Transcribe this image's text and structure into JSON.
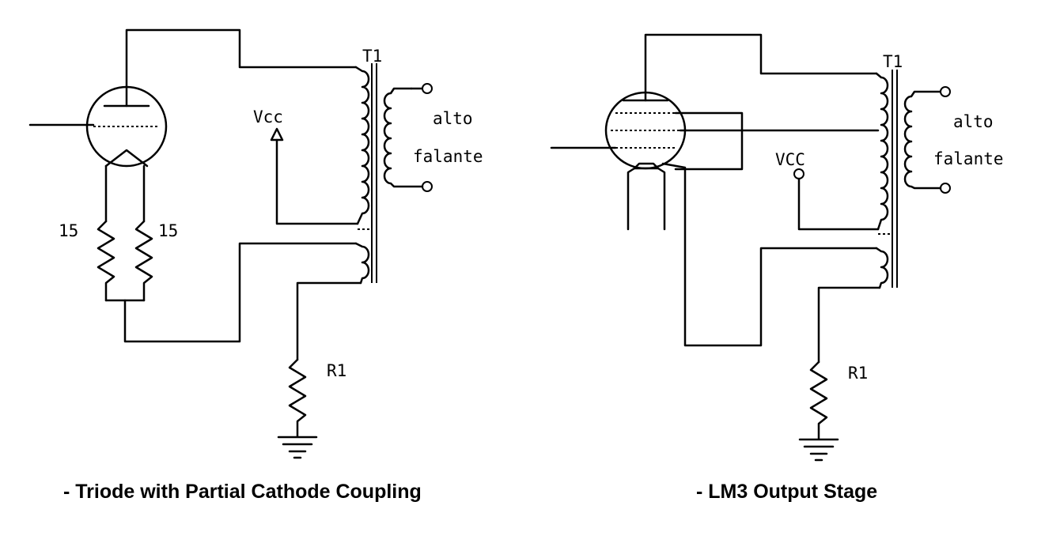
{
  "left_circuit": {
    "resistor_left_label": "15",
    "resistor_right_label": "15",
    "vcc_label": "Vcc",
    "transformer_label": "T1",
    "speaker_label_line1": "alto",
    "speaker_label_line2": "falante",
    "r1_label": "R1",
    "caption": "- Triode with Partial Cathode Coupling"
  },
  "right_circuit": {
    "vcc_label": "VCC",
    "transformer_label": "T1",
    "speaker_label_line1": "alto",
    "speaker_label_line2": "falante",
    "r1_label": "R1",
    "caption": "- LM3 Output Stage"
  }
}
